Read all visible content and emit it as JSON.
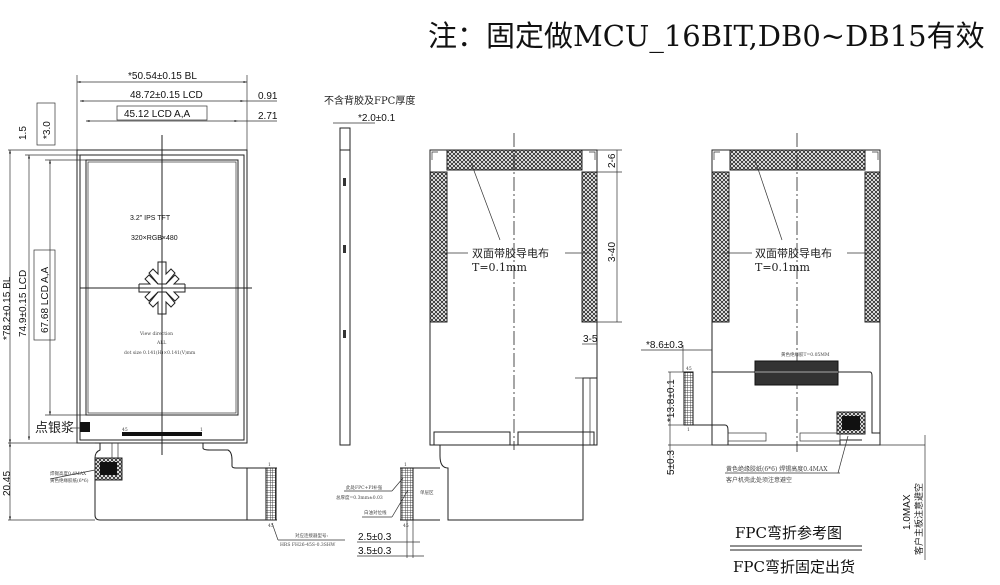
{
  "header_note": "注：固定做MCU_16BIT,DB0~DB15有效",
  "front_view": {
    "dim_bl_width": "*50.54±0.15 BL",
    "dim_lcd_width": "48.72±0.15 LCD",
    "dim_aa_width": "45.12 LCD A,A",
    "dim_0_91": "0.91",
    "dim_2_71": "2.71",
    "dim_1_5": "1.5",
    "dim_3_0": "*3.0",
    "dim_bl_height": "*78.2±0.15 BL",
    "dim_lcd_height": "74.9±0.15 LCD",
    "dim_aa_height": "67.68 LCD A,A",
    "dim_fpc_length": "20.45",
    "panel_type": "3.2\" IPS TFT",
    "resolution": "320×RGB×480",
    "view_direction": "View direction",
    "view_all": "ALL",
    "dot_size": "dot size 0.141(H)×0.141(V)mm",
    "silver_paste": "点银浆",
    "pad_note_1": "焊锡高度0.4MAX",
    "pad_note_2": "黄色绝缘胶纸(6*6)",
    "pin_1": "1",
    "pin_45": "45",
    "connector_label": "对应连接器型号:",
    "connector_model": "HRS FH26-45S-0.3SHW"
  },
  "side_view": {
    "thickness_note": "不含背胶及FPC厚度",
    "dim_thickness": "*2.0±0.1",
    "stiffener_note_1": "此处FPC+PI补强",
    "stiffener_note_2": "总厚度=0.3mm±0.03",
    "align_line": "白油对位线",
    "single_layer": "单层区",
    "pin_1": "1",
    "pin_45": "45",
    "dim_2_5": "2.5±0.3",
    "dim_3_5": "3.5±0.3"
  },
  "back_view": {
    "tape_label": "双面带胶导电布",
    "tape_thickness": "T=0.1mm",
    "dim_2_6": "2-6",
    "dim_3_40": "3-40",
    "dim_3_5": "3-5"
  },
  "folded_view": {
    "tape_label": "双面带胶导电布",
    "tape_thickness": "T=0.1mm",
    "insulation_note_small": "黄色绝缘胶T=0.05MM",
    "dim_8_6": "*8.6±0.3",
    "dim_13_8": "*13.8±0.1",
    "dim_5": "5±0.3",
    "dim_1_0max": "1.0MAX",
    "clearance_note": "客户主板注意避空",
    "pin_45": "45",
    "pin_1": "1",
    "solder_note": "黄色绝缘胶纸(6*6) 焊锡高度0.4MAX",
    "housing_note": "客户机壳此处须注意避空",
    "title_reference": "FPC弯折参考图",
    "title_shipping": "FPC弯折固定出货"
  }
}
